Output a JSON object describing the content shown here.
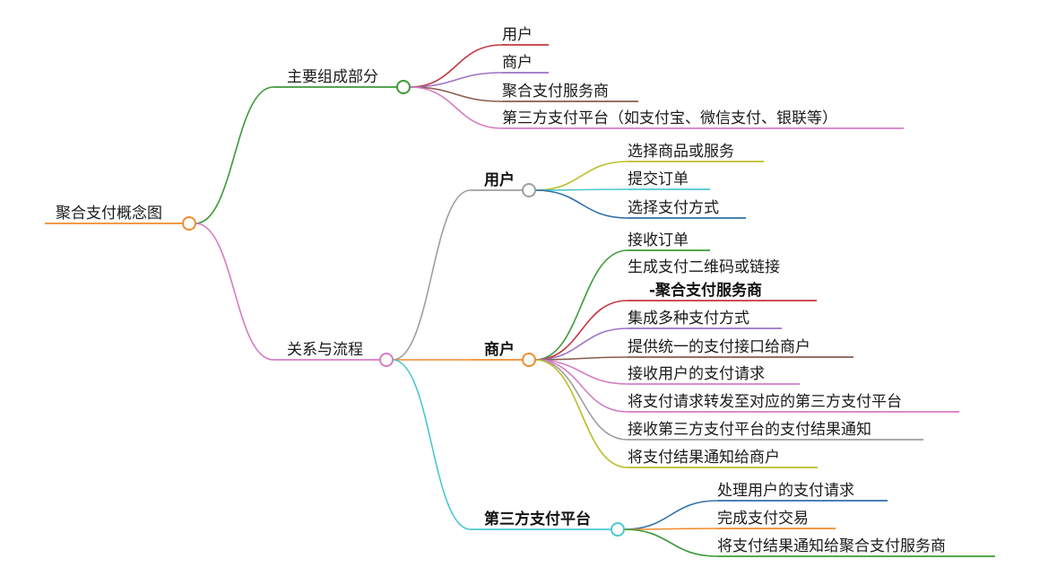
{
  "root": {
    "label": "聚合支付概念图",
    "color": "#f08c2c"
  },
  "branches": [
    {
      "label": "主要组成部分",
      "color": "#3d9a3a",
      "children": [
        {
          "label": "用户",
          "color": "#c4353f"
        },
        {
          "label": "商户",
          "color": "#9b72c8"
        },
        {
          "label": "聚合支付服务商",
          "color": "#8b5a4e"
        },
        {
          "label": "第三方支付平台（如支付宝、微信支付、银联等）",
          "color": "#d57cc4"
        }
      ]
    },
    {
      "label": "关系与流程",
      "color": "#d57cc4",
      "children": [
        {
          "label": "用户",
          "color": "#9e9e9e",
          "children": [
            {
              "label": "选择商品或服务",
              "color": "#bdbd2a"
            },
            {
              "label": "提交订单",
              "color": "#4bc8cf"
            },
            {
              "label": "选择支付方式",
              "color": "#2f6fa8"
            }
          ]
        },
        {
          "label": "商户",
          "color": "#f08c2c",
          "children": [
            {
              "label": "接收订单",
              "color": "#3d9a3a"
            },
            {
              "label": "生成支付二维码或链接",
              "color": "#3d9a3a"
            },
            {
              "label": "-聚合支付服务商",
              "color": "#c4353f",
              "bold": true
            },
            {
              "label": "集成多种支付方式",
              "color": "#9b72c8"
            },
            {
              "label": "提供统一的支付接口给商户",
              "color": "#8b5a4e"
            },
            {
              "label": "接收用户的支付请求",
              "color": "#d57cc4"
            },
            {
              "label": "将支付请求转发至对应的第三方支付平台",
              "color": "#d57cc4"
            },
            {
              "label": "接收第三方支付平台的支付结果通知",
              "color": "#9e9e9e"
            },
            {
              "label": "将支付结果通知给商户",
              "color": "#bdbd2a"
            }
          ]
        },
        {
          "label": "第三方支付平台",
          "color": "#4bc8cf",
          "children": [
            {
              "label": "处理用户的支付请求",
              "color": "#2f6fa8"
            },
            {
              "label": "完成支付交易",
              "color": "#f08c2c"
            },
            {
              "label": "将支付结果通知给聚合支付服务商",
              "color": "#3d9a3a"
            }
          ]
        }
      ]
    }
  ]
}
